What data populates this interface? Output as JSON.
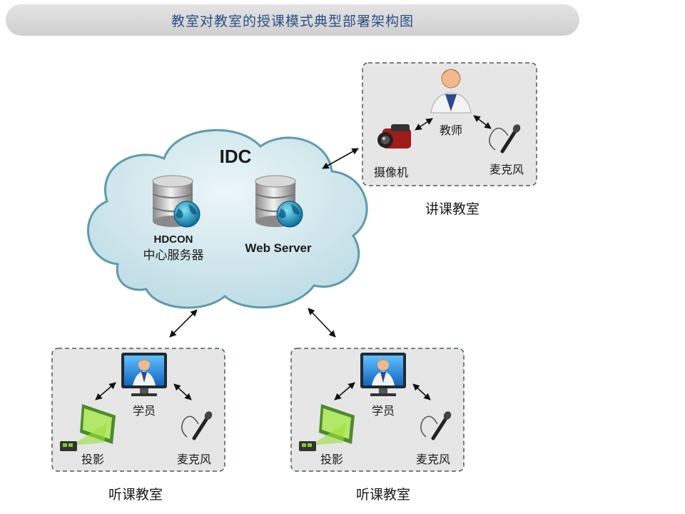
{
  "title": "教室对教室的授课模式典型部署架构图",
  "idc": {
    "label": "IDC",
    "hdcon_line1": "HDCON",
    "hdcon_line2": "中心服务器",
    "web_server": "Web Server"
  },
  "lecture_room": {
    "name": "讲课教室",
    "teacher": "教师",
    "camera": "摄像机",
    "mic": "麦克风"
  },
  "listen_rooms": [
    {
      "name": "听课教室",
      "student": "学员",
      "projector": "投影",
      "mic": "麦克风"
    },
    {
      "name": "听课教室",
      "student": "学员",
      "projector": "投影",
      "mic": "麦克风"
    }
  ],
  "colors": {
    "title_text": "#2b4f86",
    "cloud_fill": "#cfe6ec",
    "cloud_stroke": "#5f9aab",
    "room_fill": "#e6e6e6",
    "room_border": "#4b5b66"
  }
}
